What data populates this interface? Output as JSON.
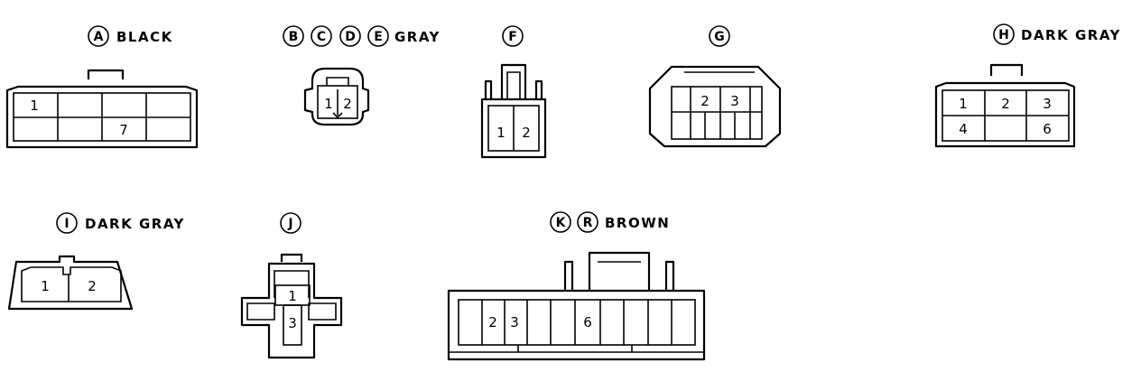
{
  "connectors": {
    "a": {
      "letters": [
        "A"
      ],
      "color": "BLACK",
      "pins": [
        "1",
        "7"
      ]
    },
    "bcde": {
      "letters": [
        "B",
        "C",
        "D",
        "E"
      ],
      "color": "GRAY",
      "pins": [
        "1",
        "2"
      ]
    },
    "f": {
      "letters": [
        "F"
      ],
      "color": "",
      "pins": [
        "1",
        "2"
      ]
    },
    "g": {
      "letters": [
        "G"
      ],
      "color": "",
      "pins": [
        "2",
        "3"
      ]
    },
    "h": {
      "letters": [
        "H"
      ],
      "color": "DARK GRAY",
      "pins": [
        "1",
        "2",
        "3",
        "4",
        "6"
      ]
    },
    "i": {
      "letters": [
        "I"
      ],
      "color": "DARK GRAY",
      "pins": [
        "1",
        "2"
      ]
    },
    "j": {
      "letters": [
        "J"
      ],
      "color": "",
      "pins": [
        "1",
        "3"
      ]
    },
    "kr": {
      "letters": [
        "K",
        "R"
      ],
      "color": "BROWN",
      "pins": [
        "2",
        "3",
        "6"
      ]
    }
  }
}
